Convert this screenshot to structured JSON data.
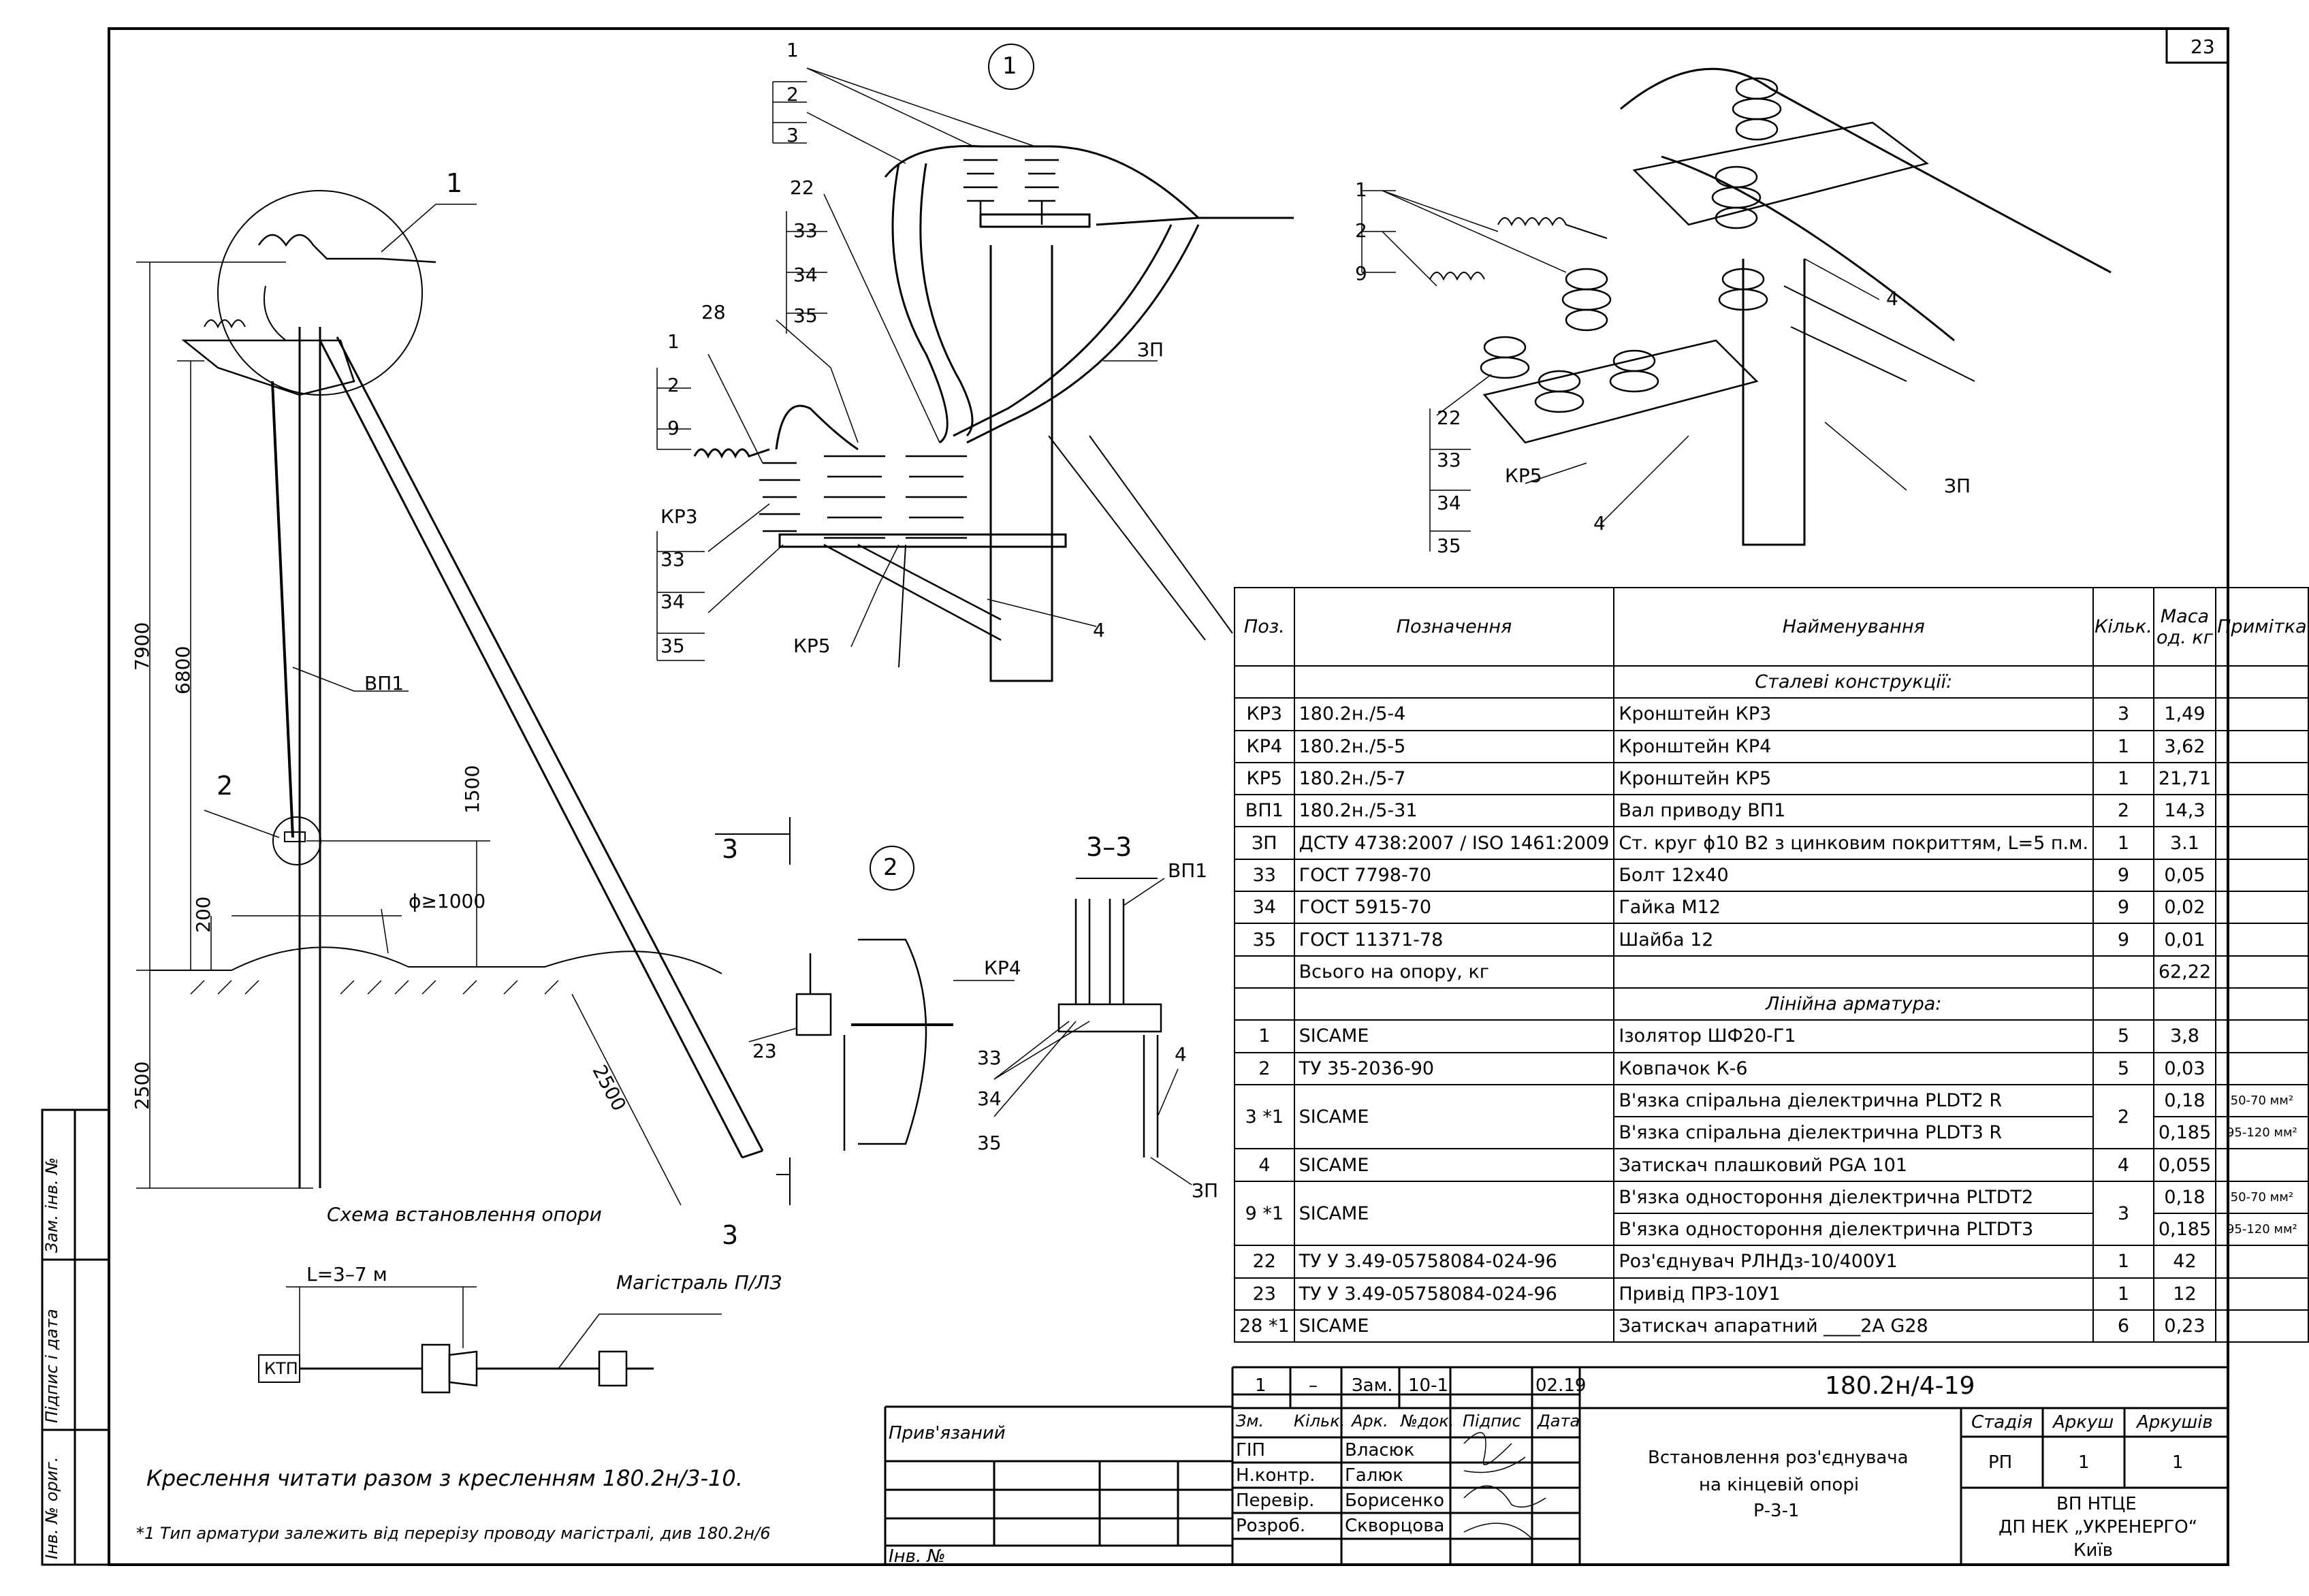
{
  "sheet_number": "23",
  "views": {
    "main": {
      "caption": "Схема встановлення опори",
      "callout_1": "1",
      "callout_2": "2",
      "dims": [
        "7900",
        "6800",
        "1500",
        "200",
        "ϕ≥1000",
        "2500",
        "2500"
      ],
      "label_vp1": "ВП1"
    },
    "detail1": {
      "circle": "1",
      "labels": [
        "1",
        "2",
        "3",
        "22",
        "33",
        "34",
        "35",
        "28",
        "1",
        "2",
        "9",
        "КР3",
        "33",
        "34",
        "35",
        "КР5",
        "ЗП",
        "4"
      ]
    },
    "detail2": {
      "circle": "2",
      "labels": [
        "КР4",
        "23",
        "3"
      ]
    },
    "section33": {
      "title": "3–3",
      "labels": [
        "ВП1",
        "33",
        "34",
        "35",
        "4",
        "ЗП"
      ]
    },
    "iso": {
      "labels": [
        "1",
        "2",
        "9",
        "4",
        "22",
        "33",
        "34",
        "35",
        "КР5",
        "4",
        "ЗП"
      ]
    },
    "scheme": {
      "ktp": "КТП",
      "length": "L=3–7 м",
      "mainline": "Магістраль П/ЛЗ"
    }
  },
  "notes": {
    "read_with": "Креслення читати разом з кресленням 180.2н/3-10.",
    "footnote": "*1 Тип арматури залежить від перерізу проводу магістралі, див 180.2н/6"
  },
  "side_stamp": [
    "Зам. інв. №",
    "Підпис і дата",
    "Інв. № ориг."
  ],
  "spec_table": {
    "headers": [
      "Поз.",
      "Позначення",
      "Найменування",
      "Кільк.",
      "Маса од. кг",
      "Примітка"
    ],
    "section_steel": "Сталеві конструкції:",
    "steel_rows": [
      [
        "КР3",
        "180.2н./5-4",
        "Кронштейн КР3",
        "3",
        "1,49",
        ""
      ],
      [
        "КР4",
        "180.2н./5-5",
        "Кронштейн КР4",
        "1",
        "3,62",
        ""
      ],
      [
        "КР5",
        "180.2н./5-7",
        "Кронштейн КР5",
        "1",
        "21,71",
        ""
      ],
      [
        "ВП1",
        "180.2н./5-31",
        "Вал приводу ВП1",
        "2",
        "14,3",
        ""
      ],
      [
        "ЗП",
        "ДСТУ 4738:2007 / ISO 1461:2009",
        "Ст. круг ϕ10 В2 з цинковим покриттям, L=5 п.м.",
        "1",
        "3.1",
        ""
      ],
      [
        "33",
        "ГОСТ 7798-70",
        "Болт 12х40",
        "9",
        "0,05",
        ""
      ],
      [
        "34",
        "ГОСТ 5915-70",
        "Гайка М12",
        "9",
        "0,02",
        ""
      ],
      [
        "35",
        "ГОСТ 11371-78",
        "Шайба 12",
        "9",
        "0,01",
        ""
      ],
      [
        "",
        "Всього на опору, кг",
        "",
        "",
        "62,22",
        ""
      ]
    ],
    "section_line": "Лінійна арматура:",
    "line_rows": [
      [
        "1",
        "SICAME",
        "Ізолятор ШФ20-Г1",
        "5",
        "3,8",
        ""
      ],
      [
        "2",
        "ТУ 35-2036-90",
        "Ковпачок К-6",
        "5",
        "0,03",
        ""
      ],
      [
        "3 *1",
        "SICAME",
        "В'язка спіральна діелектрична PLDT2 R",
        "2",
        "0,18",
        "50-70 мм²"
      ],
      [
        "",
        "",
        "В'язка спіральна діелектрична PLDT3 R",
        "",
        "0,185",
        "95-120 мм²"
      ],
      [
        "4",
        "SICAME",
        "Затискач плашковий PGA 101",
        "4",
        "0,055",
        ""
      ],
      [
        "9 *1",
        "SICAME",
        "В'язка одностороння діелектрична PLTDT2",
        "3",
        "0,18",
        "50-70 мм²"
      ],
      [
        "",
        "",
        "В'язка одностороння діелектрична PLTDT3",
        "",
        "0,185",
        "95-120 мм²"
      ],
      [
        "22",
        "ТУ У 3.49-05758084-024-96",
        "Роз'єднувач РЛНДз-10/400У1",
        "1",
        "42",
        ""
      ],
      [
        "23",
        "ТУ У 3.49-05758084-024-96",
        "Привід ПРЗ-10У1",
        "1",
        "12",
        ""
      ],
      [
        "28 *1",
        "SICAME",
        "Затискач апаратний ____2А G28",
        "6",
        "0,23",
        ""
      ]
    ]
  },
  "title_block": {
    "rev": [
      "1",
      "–",
      "Зам.",
      "10-1",
      "",
      "02.19"
    ],
    "heads": [
      "Зм.",
      "Кільк.",
      "Арк.",
      "№док.",
      "Підпис",
      "Дата"
    ],
    "roles": [
      "ГІП",
      "Н.контр.",
      "Перевір.",
      "Розроб."
    ],
    "names": [
      "Власюк",
      "Галюк",
      "Борисенко",
      "Скворцова"
    ],
    "designation": "180.2н/4-19",
    "title": [
      "Встановлення роз'єднувача",
      "на кінцевій опорі",
      "Р-3-1"
    ],
    "stage_heads": [
      "Стадія",
      "Аркуш",
      "Аркушів"
    ],
    "stage_vals": [
      "РП",
      "1",
      "1"
    ],
    "org": [
      "ВП НТЦЕ",
      "ДП НЕК „УКРЕНЕРГО“",
      "Київ"
    ],
    "bound": "Прив'язаний",
    "inv": "Інв. №"
  }
}
